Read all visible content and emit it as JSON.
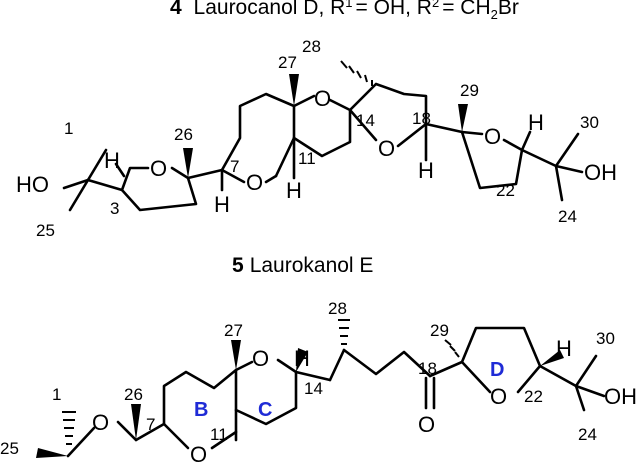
{
  "top_caption": {
    "number": "4",
    "text": "Laurocanol D, R",
    "sup1": "1",
    "eq1": "= OH, R",
    "sup2": "2",
    "eq2": "= CH",
    "sub": "2",
    "tail": "Br"
  },
  "compound5": {
    "number": "5",
    "name": "Laurokanol E",
    "atoms": {
      "HO": "HO",
      "OH": "OH",
      "O": "O",
      "H": "H"
    },
    "locants": {
      "c1": "1",
      "c3": "3",
      "c7": "7",
      "c11": "11",
      "c14": "14",
      "c18": "18",
      "c22": "22",
      "c24": "24",
      "c25": "25",
      "c26": "26",
      "c27": "27",
      "c28": "28",
      "c29": "29",
      "c30": "30"
    }
  },
  "compound6": {
    "atoms": {
      "O": "O",
      "OH": "OH",
      "H": "H"
    },
    "ring_labels": {
      "B": "B",
      "C": "C",
      "D": "D"
    },
    "ring_label_color": "#1f2bd6",
    "locants": {
      "c1": "1",
      "c7": "7",
      "c11": "11",
      "c14": "14",
      "c18": "18",
      "c22": "22",
      "c24": "24",
      "c25": "25",
      "c26": "26",
      "c27": "27",
      "c28": "28",
      "c29": "29",
      "c30": "30"
    }
  }
}
